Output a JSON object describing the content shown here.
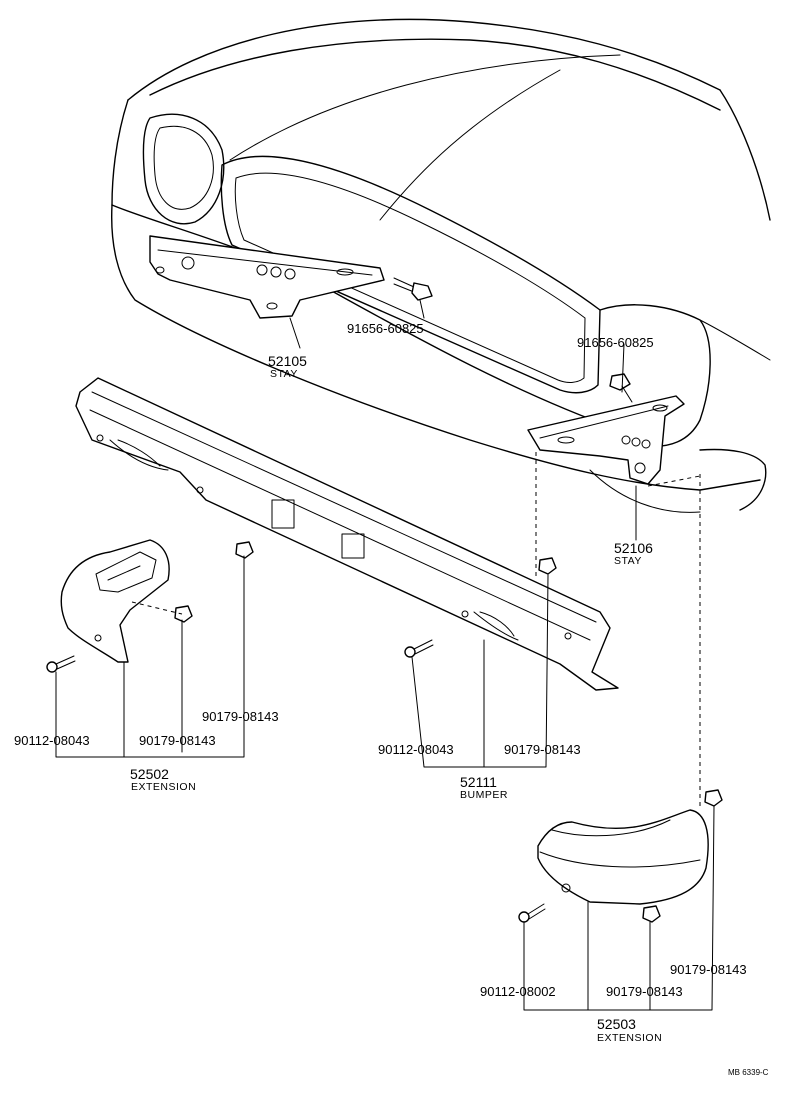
{
  "diagram": {
    "reference_code": "MB 6339-C",
    "callouts": [
      {
        "id": "stay-left",
        "part_number": "52105",
        "description": "STAY"
      },
      {
        "id": "stay-right",
        "part_number": "52106",
        "description": "STAY"
      },
      {
        "id": "bumper",
        "part_number": "52111",
        "description": "BUMPER"
      },
      {
        "id": "extension-left",
        "part_number": "52502",
        "description": "EXTENSION"
      },
      {
        "id": "extension-right",
        "part_number": "52503",
        "description": "EXTENSION"
      }
    ],
    "fasteners": {
      "bolt_stay_left": "91656-60825",
      "bolt_stay_right": "91656-60825",
      "ext_left_screw": "90112-08043",
      "ext_left_nut_inner": "90179-08143",
      "ext_left_nut_outer": "90179-08143",
      "bumper_screw": "90112-08043",
      "bumper_nut": "90179-08143",
      "ext_right_screw": "90112-08002",
      "ext_right_nut_inner": "90179-08143",
      "ext_right_nut_outer": "90179-08143"
    }
  }
}
